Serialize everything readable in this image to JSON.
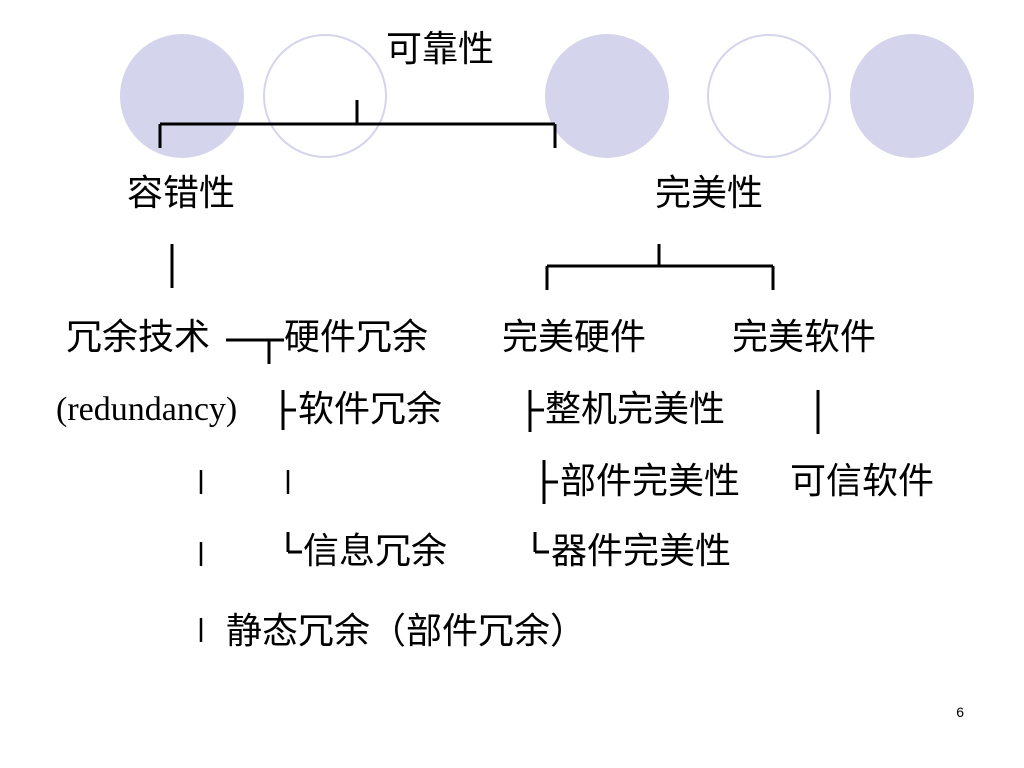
{
  "slide": {
    "accent_color": "#d4d4ec",
    "page_number": "6"
  },
  "nodes": {
    "reliability": "可靠性",
    "fault_tolerance": "容错性",
    "perfection": "完美性",
    "redundancy_tech": "冗余技术",
    "redundancy_en": "(redundancy)",
    "hardware_redundancy": "硬件冗余",
    "software_redundancy": "软件冗余",
    "information_redundancy": "信息冗余",
    "static_redundancy": "静态冗余（部件冗余）",
    "perfect_hardware": "完美硬件",
    "perfect_software": "完美软件",
    "machine_perfection": "整机完美性",
    "component_perfection": "部件完美性",
    "device_perfection": "器件完美性",
    "trusted_software": "可信软件"
  }
}
